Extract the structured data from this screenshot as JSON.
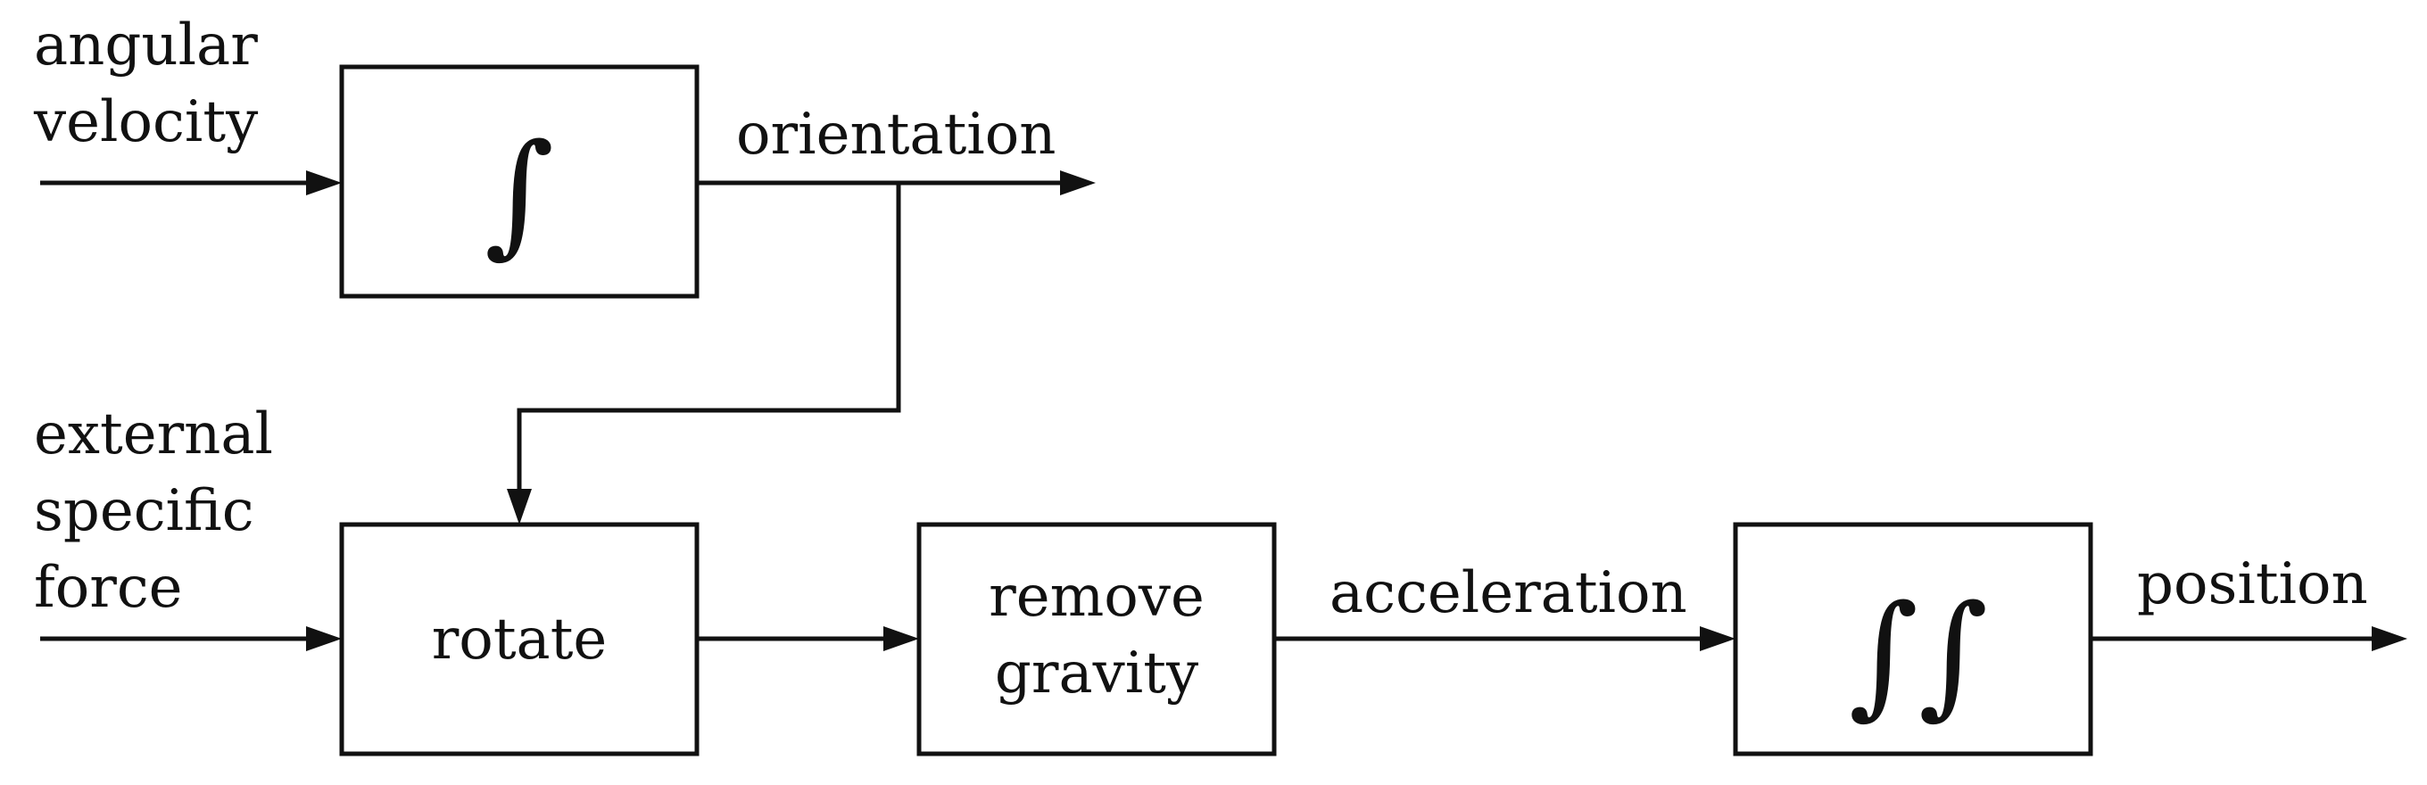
{
  "inputs": {
    "angular_velocity": [
      "angular",
      "velocity"
    ],
    "external_specific_force": [
      "external",
      "specific",
      "force"
    ]
  },
  "blocks": {
    "integrate_single": "∫",
    "rotate": "rotate",
    "remove_gravity": [
      "remove",
      "gravity"
    ],
    "integrate_double": "∫∫"
  },
  "signals": {
    "orientation": "orientation",
    "acceleration": "acceleration",
    "position": "position"
  },
  "colors": {
    "ink": "#111111",
    "background": "#ffffff"
  }
}
